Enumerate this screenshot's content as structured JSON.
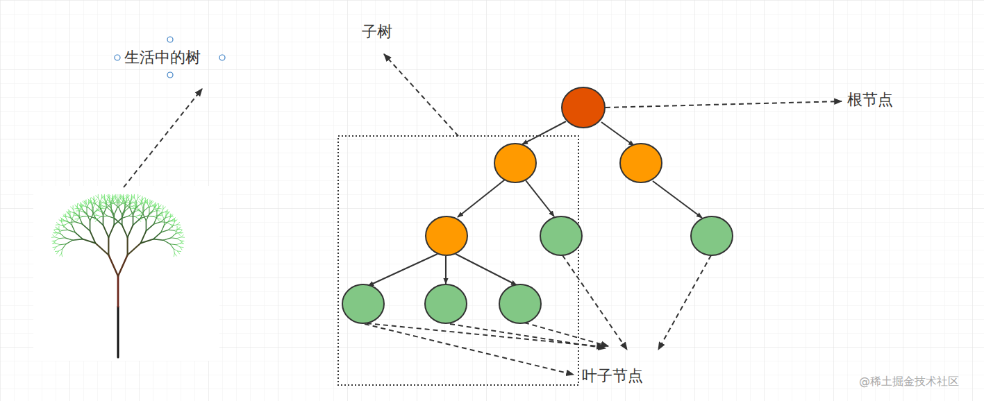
{
  "diagram": {
    "labels": [
      "子树",
      "生活中的树",
      "根节点",
      "叶子节点",
      "@稀土掘金技术社区"
    ]
  }
}
